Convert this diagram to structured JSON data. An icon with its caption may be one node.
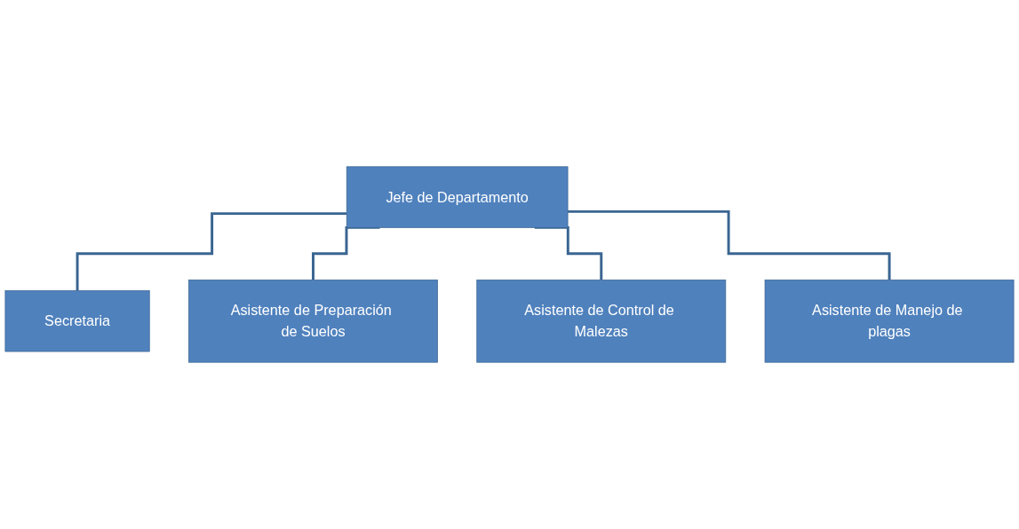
{
  "diagram": {
    "nodes": [
      {
        "text": [
          "Jefe de Departamento"
        ]
      },
      {
        "text": [
          "Secretaria"
        ]
      },
      {
        "text": [
          "Asistente de Preparación de Suelos"
        ]
      },
      {
        "text": [
          "Asistente de Control de Malezas"
        ]
      },
      {
        "text": [
          "Asistente de Manejo de plagas"
        ]
      }
    ],
    "edges": [
      {
        "from": 0,
        "to": 1,
        "arrow": "none"
      },
      {
        "from": 0,
        "to": 2,
        "arrow": "none"
      },
      {
        "from": 0,
        "to": 3,
        "arrow": "none"
      },
      {
        "from": 0,
        "to": 4,
        "arrow": "none"
      }
    ]
  }
}
